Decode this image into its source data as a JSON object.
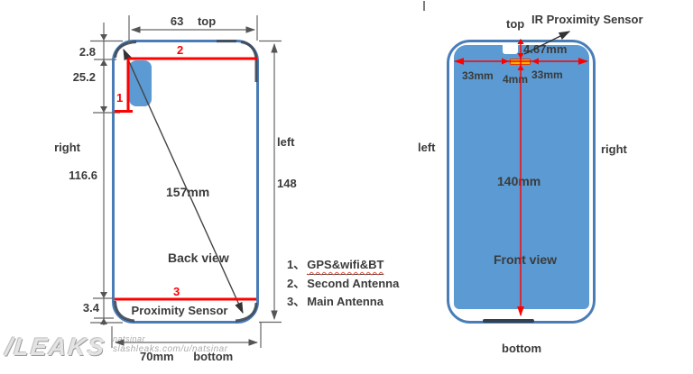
{
  "back_view": {
    "title": "Back view",
    "diagonal_label": "157mm",
    "proximity_label": "Proximity Sensor",
    "top_dim_value": "63",
    "top_side_label": "top",
    "dim_2_8": "2.8",
    "dim_25_2": "25.2",
    "right_side_label": "right",
    "dim_116_6": "116.6",
    "dim_3_4": "3.4",
    "left_side_label": "left",
    "dim_148": "148",
    "bottom_dim_value": "70mm",
    "bottom_side_label": "bottom",
    "marker_1": "1",
    "marker_2": "2",
    "marker_3": "3"
  },
  "legend": {
    "items": [
      {
        "num": "1、",
        "label": "GPS&wifi&BT"
      },
      {
        "num": "2、",
        "label": "Second Antenna"
      },
      {
        "num": "3、",
        "label": "Main Antenna"
      }
    ]
  },
  "front_view": {
    "title": "Front view",
    "top_side_label": "top",
    "sensor_label": "IR Proximity Sensor",
    "dim_4_67": "4.67mm",
    "dim_33_left": "33mm",
    "dim_4": "4mm",
    "dim_33_right": "33mm",
    "dim_140": "140mm",
    "left_side_label": "left",
    "right_side_label": "right",
    "bottom_side_label": "bottom"
  },
  "watermark": {
    "logo": "/LEAKS",
    "line1": "natsinar",
    "line2": "slashleaks.com/u/natsinar"
  },
  "colors": {
    "phone_outline": "#4a7db8",
    "screen_fill": "#5b9ad2",
    "antenna_red": "#ff0000",
    "sensor_orange": "#ffb300",
    "dimension_gray": "#666666"
  }
}
